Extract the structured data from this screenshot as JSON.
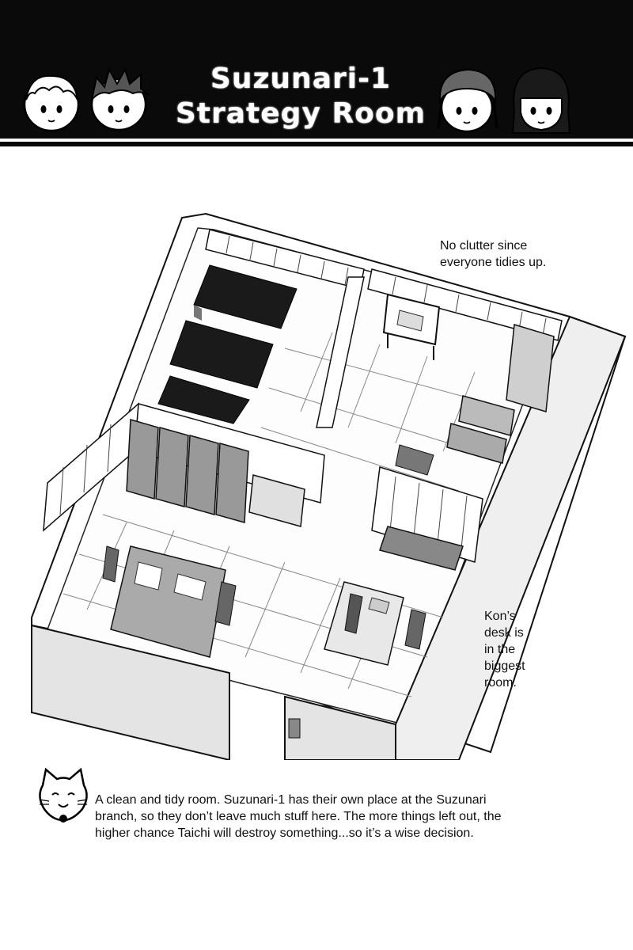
{
  "header": {
    "title_line1": "Suzunari-1",
    "title_line2": "Strategy Room"
  },
  "notes": {
    "top_right": [
      "No clutter since",
      "everyone tidies up."
    ],
    "kon_desk": [
      "Kon’s",
      "desk is",
      "in the",
      "biggest",
      "room."
    ]
  },
  "caption": {
    "lines": [
      "A clean and tidy room. Suzunari-1 has their own place at the Suzunari",
      "branch, so they don’t leave much stuff here. The more things left out, the",
      "higher chance Taichi will destroy something...so it’s a wise decision."
    ]
  },
  "icons": {
    "faces": [
      "blond-boy-face-icon",
      "spiky-hair-boy-face-icon",
      "cap-girl-face-icon",
      "black-hair-girl-face-icon"
    ],
    "narrator": "cat-face-icon"
  },
  "colors": {
    "ink": "#111111",
    "header_bg": "#0a0a0a",
    "tone": "#9a9a9a"
  }
}
